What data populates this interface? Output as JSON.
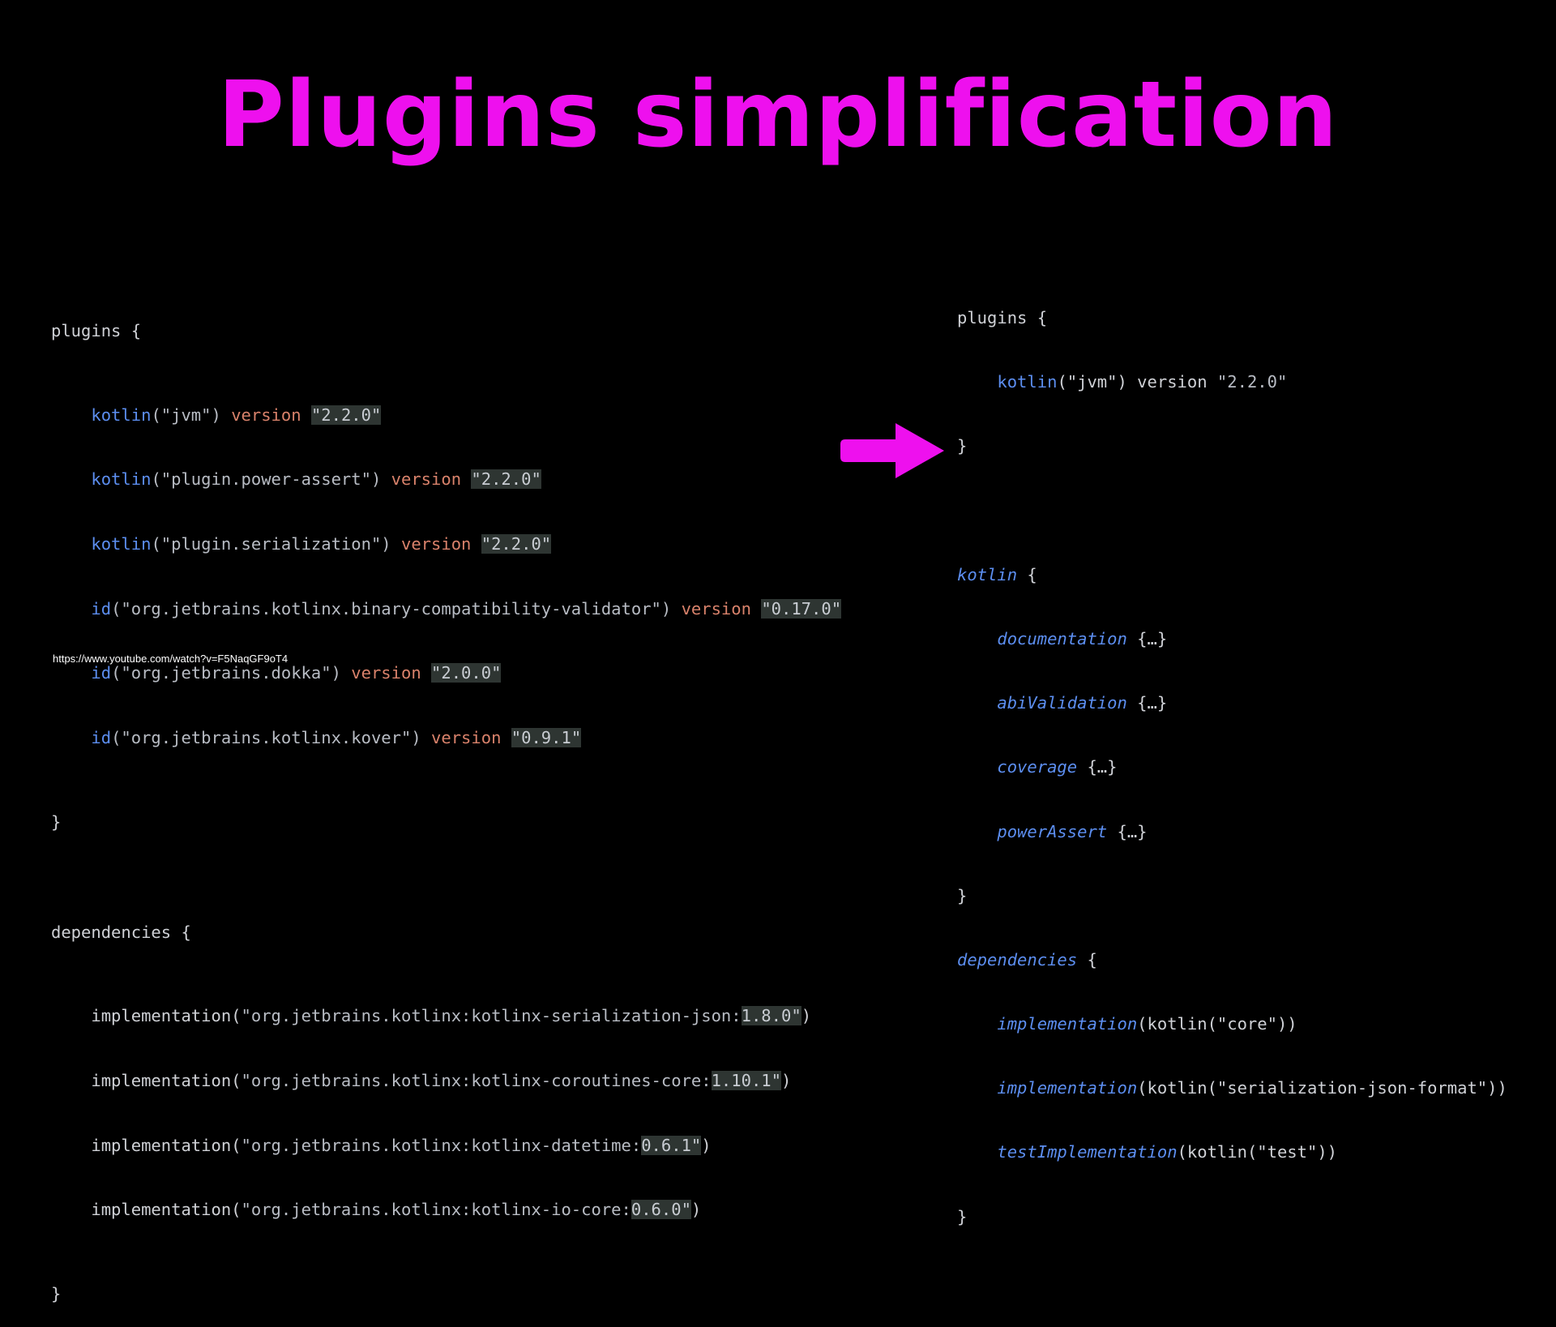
{
  "title": "Plugins simplification",
  "url": "https://www.youtube.com/watch?v=F5NaqGF9oT4",
  "colors": {
    "title": "#ee10ee",
    "arrow": "#ee10ee",
    "function": "#5c8ef0",
    "version_keyword": "#d9826b",
    "highlight_bg": "#2e3532"
  },
  "icons": {
    "arrow": "right-arrow-icon"
  },
  "left_code": {
    "plugins_open": "plugins {",
    "plugins": [
      {
        "fn": "kotlin",
        "arg": "(\"jvm\")",
        "kw": "version",
        "ver": "\"2.2.0\""
      },
      {
        "fn": "kotlin",
        "arg": "(\"plugin.power-assert\")",
        "kw": "version",
        "ver": "\"2.2.0\""
      },
      {
        "fn": "kotlin",
        "arg": "(\"plugin.serialization\")",
        "kw": "version",
        "ver": "\"2.2.0\""
      },
      {
        "fn": "id",
        "arg": "(\"org.jetbrains.kotlinx.binary-compatibility-validator\")",
        "kw": "version",
        "ver": "\"0.17.0\""
      },
      {
        "fn": "id",
        "arg": "(\"org.jetbrains.dokka\")",
        "kw": "version",
        "ver": "\"2.0.0\""
      },
      {
        "fn": "id",
        "arg": "(\"org.jetbrains.kotlinx.kover\")",
        "kw": "version",
        "ver": "\"0.9.1\""
      }
    ],
    "close_brace": "}",
    "deps_open": "dependencies {",
    "deps": [
      {
        "call": "implementation(",
        "artifact": "\"org.jetbrains.kotlinx:kotlinx-serialization-json:",
        "ver": "1.8.0\"",
        "end": ")"
      },
      {
        "call": "implementation(",
        "artifact": "\"org.jetbrains.kotlinx:kotlinx-coroutines-core:",
        "ver": "1.10.1\"",
        "end": ")"
      },
      {
        "call": "implementation(",
        "artifact": "\"org.jetbrains.kotlinx:kotlinx-datetime:",
        "ver": "0.6.1\"",
        "end": ")"
      },
      {
        "call": "implementation(",
        "artifact": "\"org.jetbrains.kotlinx:kotlinx-io-core:",
        "ver": "0.6.0\"",
        "end": ")"
      }
    ]
  },
  "right_code": {
    "plugins_open": "plugins {",
    "plugin_fn": "kotlin",
    "plugin_arg": "(\"jvm\") version ",
    "plugin_ver": "\"2.2.0\"",
    "close_brace": "}",
    "kotlin_kw": "kotlin",
    "open_suffix": " {",
    "kotlin_items": [
      {
        "name": "documentation",
        "body": " {…}"
      },
      {
        "name": "abiValidation",
        "body": " {…}"
      },
      {
        "name": "coverage",
        "body": " {…}"
      },
      {
        "name": "powerAssert",
        "body": " {…}"
      }
    ],
    "deps_kw": "dependencies",
    "deps": [
      {
        "name": "implementation",
        "rest": "(kotlin(\"core\"))"
      },
      {
        "name": "implementation",
        "rest": "(kotlin(\"serialization-json-format\"))"
      },
      {
        "name": "testImplementation",
        "rest": "(kotlin(\"test\"))"
      }
    ]
  }
}
